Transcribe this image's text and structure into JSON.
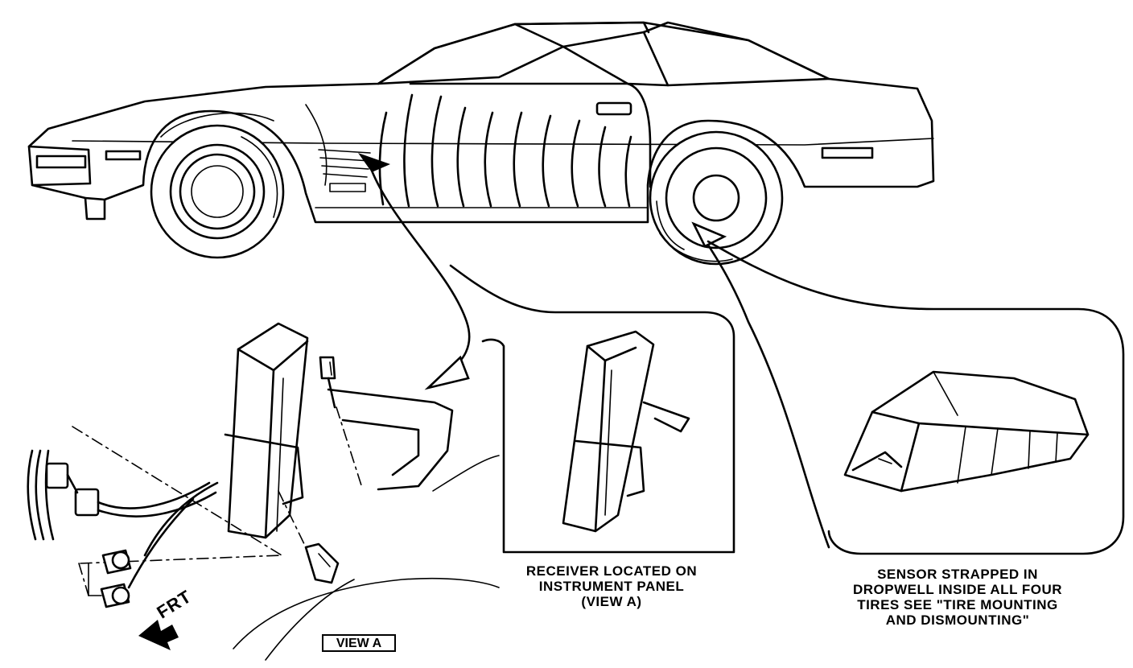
{
  "labels": {
    "receiver": "RECEIVER LOCATED ON\nINSTRUMENT PANEL\n(VIEW A)",
    "sensor": "SENSOR STRAPPED IN\nDROPWELL INSIDE ALL FOUR\nTIRES SEE \"TIRE MOUNTING\nAND DISMOUNTING\"",
    "view_a": "VIEW A",
    "frt": "FRT"
  },
  "colors": {
    "ink": "#000000",
    "paper": "#ffffff"
  }
}
